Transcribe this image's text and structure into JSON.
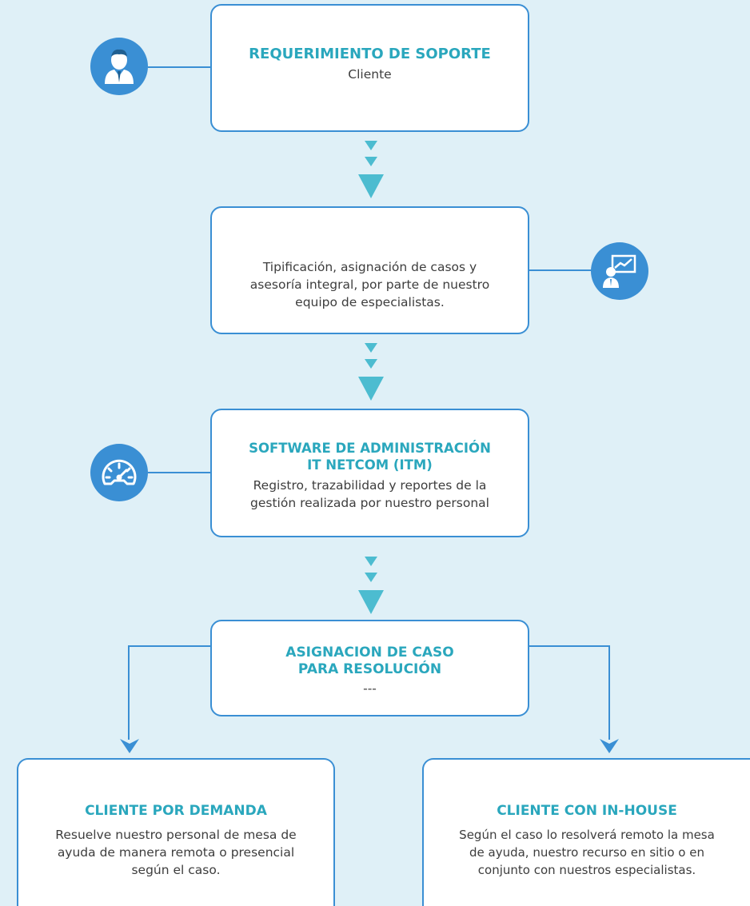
{
  "colors": {
    "background": "#dff0f7",
    "box_border": "#3a8fd4",
    "title": "#2aa7bd",
    "text": "#3d3d3d",
    "arrow": "#4cbcd0",
    "icon_circle": "#3a8fd4"
  },
  "step1": {
    "title": "REQUERIMIENTO DE SOPORTE",
    "body": "Cliente",
    "icon": "client-person-icon"
  },
  "step2": {
    "body_lines": [
      "Tipificación, asignación de casos y",
      "asesoría integral, por parte de nuestro",
      "equipo de especialistas."
    ],
    "icon": "presenter-chart-icon"
  },
  "step3": {
    "title_lines": [
      "SOFTWARE DE ADMINISTRACIÓN",
      "IT NETCOM (ITM)"
    ],
    "body_lines": [
      "Registro, trazabilidad y reportes de la",
      "gestión realizada por nuestro personal"
    ],
    "icon": "speedometer-icon"
  },
  "step4": {
    "title_lines": [
      "ASIGNACION DE CASO",
      "PARA RESOLUCIÓN"
    ],
    "body": "---"
  },
  "branch_left": {
    "title": "CLIENTE POR DEMANDA",
    "body_lines": [
      "Resuelve nuestro personal de mesa de",
      "ayuda de manera remota o presencial",
      "según el caso."
    ]
  },
  "branch_right": {
    "title": "CLIENTE CON IN-HOUSE",
    "body_lines": [
      "Según el caso lo resolverá remoto la mesa",
      "de ayuda, nuestro recurso en sitio o en",
      "conjunto con nuestros especialistas."
    ]
  }
}
